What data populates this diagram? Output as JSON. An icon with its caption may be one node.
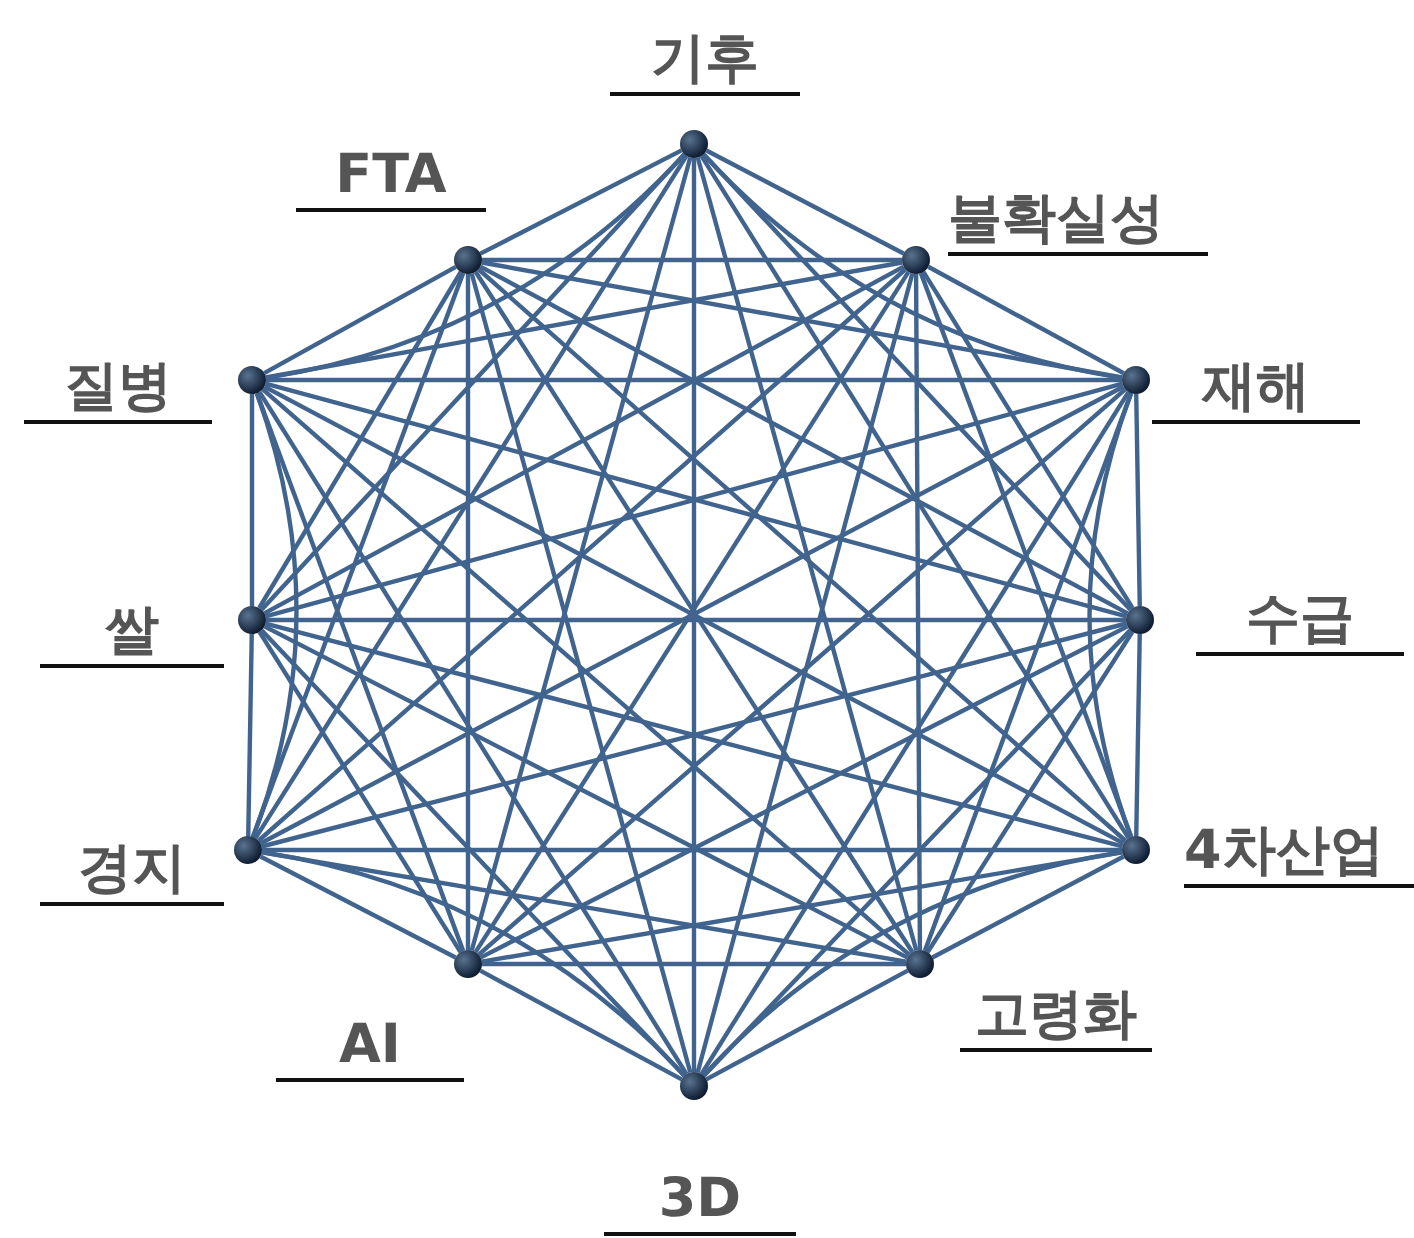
{
  "diagram": {
    "nodes": [
      {
        "text": [],
        "shape": "circle",
        "beside": [
          "기후"
        ]
      },
      {
        "text": [],
        "shape": "circle",
        "beside": [
          "불확실성"
        ]
      },
      {
        "text": [],
        "shape": "circle",
        "beside": [
          "재해"
        ]
      },
      {
        "text": [],
        "shape": "circle",
        "beside": [
          "수급"
        ]
      },
      {
        "text": [],
        "shape": "circle",
        "beside": [
          "4차산업"
        ]
      },
      {
        "text": [],
        "shape": "circle",
        "beside": [
          "고령화"
        ]
      },
      {
        "text": [],
        "shape": "circle",
        "beside": [
          "3D"
        ]
      },
      {
        "text": [],
        "shape": "circle",
        "beside": [
          "AI"
        ]
      },
      {
        "text": [],
        "shape": "circle",
        "beside": [
          "경지"
        ]
      },
      {
        "text": [],
        "shape": "circle",
        "beside": [
          "쌀"
        ]
      },
      {
        "text": [],
        "shape": "circle",
        "beside": [
          "질병"
        ]
      },
      {
        "text": [],
        "shape": "circle",
        "beside": [
          "FTA"
        ]
      }
    ],
    "edges": [
      {
        "from": 0,
        "to": 1,
        "arrow": "none"
      },
      {
        "from": 0,
        "to": 2,
        "arrow": "none"
      },
      {
        "from": 0,
        "to": 3,
        "arrow": "none"
      },
      {
        "from": 0,
        "to": 4,
        "arrow": "none"
      },
      {
        "from": 0,
        "to": 5,
        "arrow": "none"
      },
      {
        "from": 0,
        "to": 6,
        "arrow": "none"
      },
      {
        "from": 0,
        "to": 7,
        "arrow": "none"
      },
      {
        "from": 0,
        "to": 8,
        "arrow": "none"
      },
      {
        "from": 0,
        "to": 9,
        "arrow": "none"
      },
      {
        "from": 0,
        "to": 10,
        "arrow": "none"
      },
      {
        "from": 0,
        "to": 11,
        "arrow": "none"
      },
      {
        "from": 1,
        "to": 2,
        "arrow": "none"
      },
      {
        "from": 1,
        "to": 3,
        "arrow": "none"
      },
      {
        "from": 1,
        "to": 4,
        "arrow": "none"
      },
      {
        "from": 1,
        "to": 5,
        "arrow": "none"
      },
      {
        "from": 1,
        "to": 6,
        "arrow": "none"
      },
      {
        "from": 1,
        "to": 7,
        "arrow": "none"
      },
      {
        "from": 1,
        "to": 8,
        "arrow": "none"
      },
      {
        "from": 1,
        "to": 9,
        "arrow": "none"
      },
      {
        "from": 1,
        "to": 10,
        "arrow": "none"
      },
      {
        "from": 1,
        "to": 11,
        "arrow": "none"
      },
      {
        "from": 2,
        "to": 3,
        "arrow": "none"
      },
      {
        "from": 2,
        "to": 4,
        "arrow": "none"
      },
      {
        "from": 2,
        "to": 5,
        "arrow": "none"
      },
      {
        "from": 2,
        "to": 6,
        "arrow": "none"
      },
      {
        "from": 2,
        "to": 7,
        "arrow": "none"
      },
      {
        "from": 2,
        "to": 8,
        "arrow": "none"
      },
      {
        "from": 2,
        "to": 9,
        "arrow": "none"
      },
      {
        "from": 2,
        "to": 10,
        "arrow": "none"
      },
      {
        "from": 2,
        "to": 11,
        "arrow": "none"
      },
      {
        "from": 3,
        "to": 4,
        "arrow": "none"
      },
      {
        "from": 3,
        "to": 5,
        "arrow": "none"
      },
      {
        "from": 3,
        "to": 6,
        "arrow": "none"
      },
      {
        "from": 3,
        "to": 7,
        "arrow": "none"
      },
      {
        "from": 3,
        "to": 8,
        "arrow": "none"
      },
      {
        "from": 3,
        "to": 9,
        "arrow": "none"
      },
      {
        "from": 3,
        "to": 10,
        "arrow": "none"
      },
      {
        "from": 3,
        "to": 11,
        "arrow": "none"
      },
      {
        "from": 4,
        "to": 5,
        "arrow": "none"
      },
      {
        "from": 4,
        "to": 6,
        "arrow": "none"
      },
      {
        "from": 4,
        "to": 7,
        "arrow": "none"
      },
      {
        "from": 4,
        "to": 8,
        "arrow": "none"
      },
      {
        "from": 4,
        "to": 9,
        "arrow": "none"
      },
      {
        "from": 4,
        "to": 10,
        "arrow": "none"
      },
      {
        "from": 4,
        "to": 11,
        "arrow": "none"
      },
      {
        "from": 5,
        "to": 6,
        "arrow": "none"
      },
      {
        "from": 5,
        "to": 7,
        "arrow": "none"
      },
      {
        "from": 5,
        "to": 8,
        "arrow": "none"
      },
      {
        "from": 5,
        "to": 9,
        "arrow": "none"
      },
      {
        "from": 5,
        "to": 10,
        "arrow": "none"
      },
      {
        "from": 5,
        "to": 11,
        "arrow": "none"
      },
      {
        "from": 6,
        "to": 7,
        "arrow": "none"
      },
      {
        "from": 6,
        "to": 8,
        "arrow": "none"
      },
      {
        "from": 6,
        "to": 9,
        "arrow": "none"
      },
      {
        "from": 6,
        "to": 10,
        "arrow": "none"
      },
      {
        "from": 6,
        "to": 11,
        "arrow": "none"
      },
      {
        "from": 7,
        "to": 8,
        "arrow": "none"
      },
      {
        "from": 7,
        "to": 9,
        "arrow": "none"
      },
      {
        "from": 7,
        "to": 10,
        "arrow": "none"
      },
      {
        "from": 7,
        "to": 11,
        "arrow": "none"
      },
      {
        "from": 8,
        "to": 9,
        "arrow": "none"
      },
      {
        "from": 8,
        "to": 10,
        "arrow": "none"
      },
      {
        "from": 8,
        "to": 11,
        "arrow": "none"
      },
      {
        "from": 9,
        "to": 10,
        "arrow": "none"
      },
      {
        "from": 9,
        "to": 11,
        "arrow": "none"
      },
      {
        "from": 10,
        "to": 11,
        "arrow": "none"
      }
    ]
  }
}
